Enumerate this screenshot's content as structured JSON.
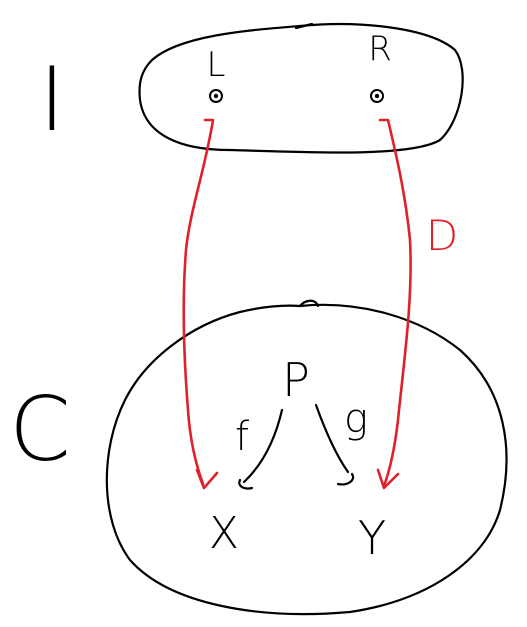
{
  "colors": {
    "ink": "#000000",
    "arrow": "#e0202a"
  },
  "categories": {
    "index": {
      "label": "I",
      "objects": [
        "L",
        "R"
      ]
    },
    "target": {
      "label": "C",
      "objects": [
        "P",
        "X",
        "Y"
      ]
    }
  },
  "morphisms": {
    "f": "f",
    "g": "g"
  },
  "functor": {
    "label": "D"
  }
}
